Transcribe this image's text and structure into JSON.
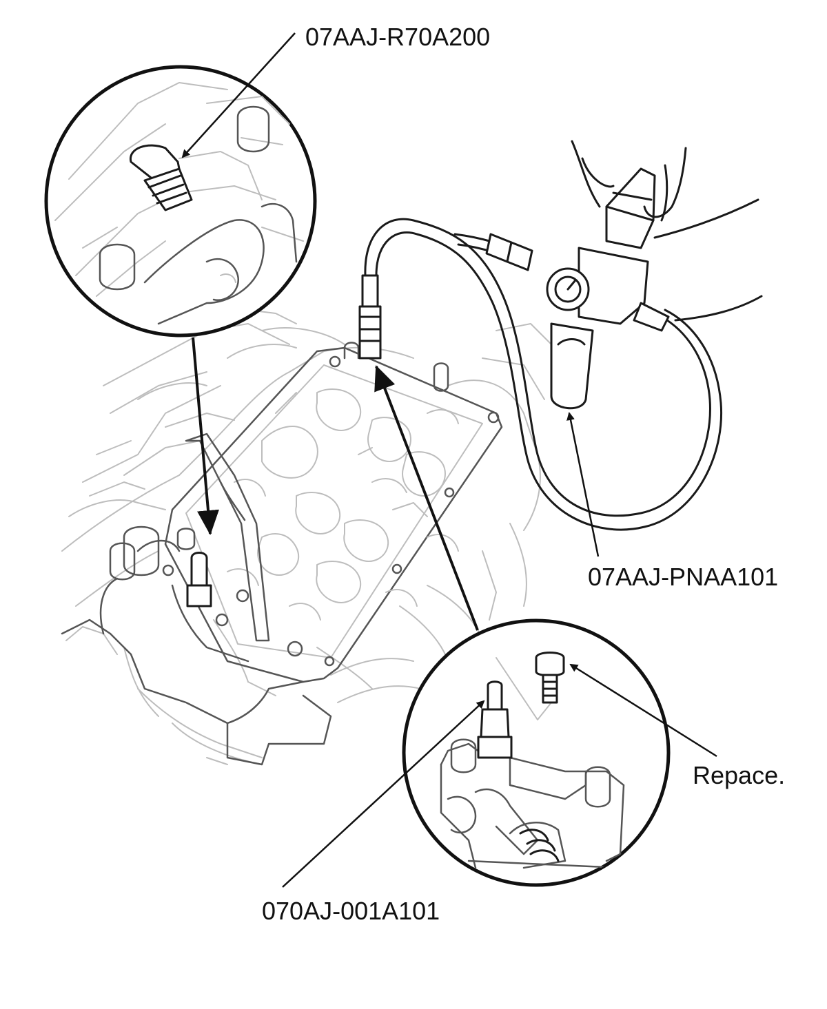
{
  "callouts": {
    "tool_top": "07AAJ-R70A200",
    "tool_right": "07AAJ-PNAA101",
    "replace_note": "Repace.",
    "tool_bottom": "070AJ-001A101"
  },
  "colors": {
    "ink": "#111111",
    "faint_line": "#bdbdbd",
    "background": "#ffffff"
  }
}
